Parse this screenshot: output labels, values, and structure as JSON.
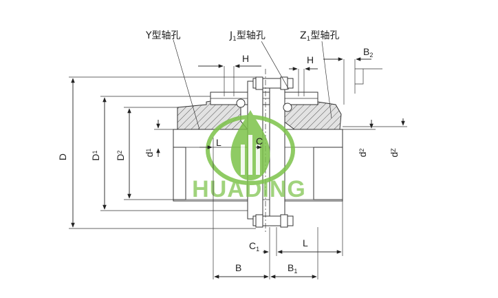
{
  "labels": {
    "Y": "Y型轴孔",
    "J1_main": "J",
    "J1_sub": "1",
    "J1_rest": "型轴孔",
    "Z1_main": "Z",
    "Z1_sub": "1",
    "Z1_rest": "型轴孔",
    "H_left": "H",
    "H_right": "H",
    "B2_main": "B",
    "B2_sub": "2",
    "D": "D",
    "D1_main": "D",
    "D1_sub": "1",
    "D2_main": "D",
    "D2_sub": "2",
    "d1_main": "d",
    "d1_sub": "1",
    "d2_main": "d",
    "d2_sub": "2",
    "dz_main": "d",
    "dz_sub": "Z",
    "L_left": "L",
    "L_right": "L",
    "C": "C",
    "C1_main": "C",
    "C1_sub": "1",
    "B": "B",
    "B1_main": "B",
    "B1_sub": "1"
  },
  "watermark": {
    "text": "HUADING",
    "color": "#7cc24a"
  },
  "colors": {
    "line": "#333333",
    "hub_fill": "#dddddd",
    "hatch": "#555555"
  }
}
